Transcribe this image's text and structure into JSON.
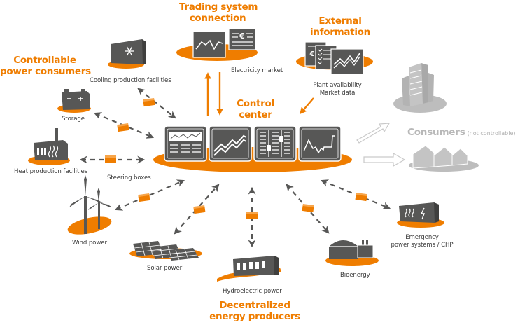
{
  "colors": {
    "accent": "#ef7d00",
    "dark": "#575756",
    "text": "#3a3a3a",
    "muted": "#bdbdbd"
  },
  "headings": {
    "trading": [
      "Trading system",
      "connection"
    ],
    "external": [
      "External",
      "information"
    ],
    "controllable": [
      "Controllable",
      "power consumers"
    ],
    "control_center": [
      "Control",
      "center"
    ],
    "decentralized": [
      "Decentralized",
      "energy producers"
    ],
    "consumers": "Consumers",
    "consumers_note": "(not controllable)"
  },
  "labels": {
    "electricity_market": "Electricity market",
    "plant_availability": "Plant availability",
    "market_data": "Market data",
    "cooling": "Cooling production facilities",
    "storage": "Storage",
    "heat": "Heat production facilities",
    "steering_boxes": "Steering boxes",
    "wind": "Wind power",
    "solar": "Solar power",
    "hydro": "Hydroelectric power",
    "bioenergy": "Bioenergy",
    "emergency": [
      "Emergency",
      "power systems / CHP"
    ]
  },
  "icons": {
    "trading": [
      "line-chart-screen-icon",
      "euro-document-icon"
    ],
    "external": [
      "euro-document-icon",
      "checklist-document-icon",
      "chart-document-icon"
    ],
    "control_center": [
      "dashboard-monitor-icon",
      "trend-monitor-icon",
      "slider-monitor-icon",
      "waveform-monitor-icon"
    ],
    "cooling": "snowflake-container-icon",
    "storage": "battery-icon",
    "heat": "factory-heat-icon",
    "wind": "wind-turbine-icon",
    "solar": "solar-panel-icon",
    "hydro": "hydro-dam-icon",
    "bioenergy": "biogas-plant-icon",
    "emergency": "power-container-icon",
    "consumers": [
      "office-tower-icon",
      "houses-icon"
    ],
    "steering_box": "steering-box-icon"
  }
}
